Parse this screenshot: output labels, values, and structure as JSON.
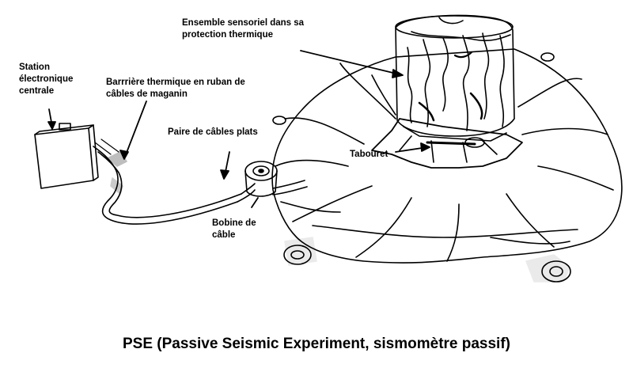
{
  "labels": {
    "station": "Station\nélectronique\ncentrale",
    "barrier": "Barrrière thermique en ruban de\ncâbles de maganin",
    "cables": "Paire de câbles plats",
    "sensor": "Ensemble sensoriel dans sa\nprotection thermique",
    "stool": "Tabouret",
    "reel": "Bobine de\ncâble"
  },
  "caption": "PSE (Passive Seismic Experiment, sismomètre passif)",
  "colors": {
    "ink": "#000000",
    "background": "#ffffff"
  }
}
